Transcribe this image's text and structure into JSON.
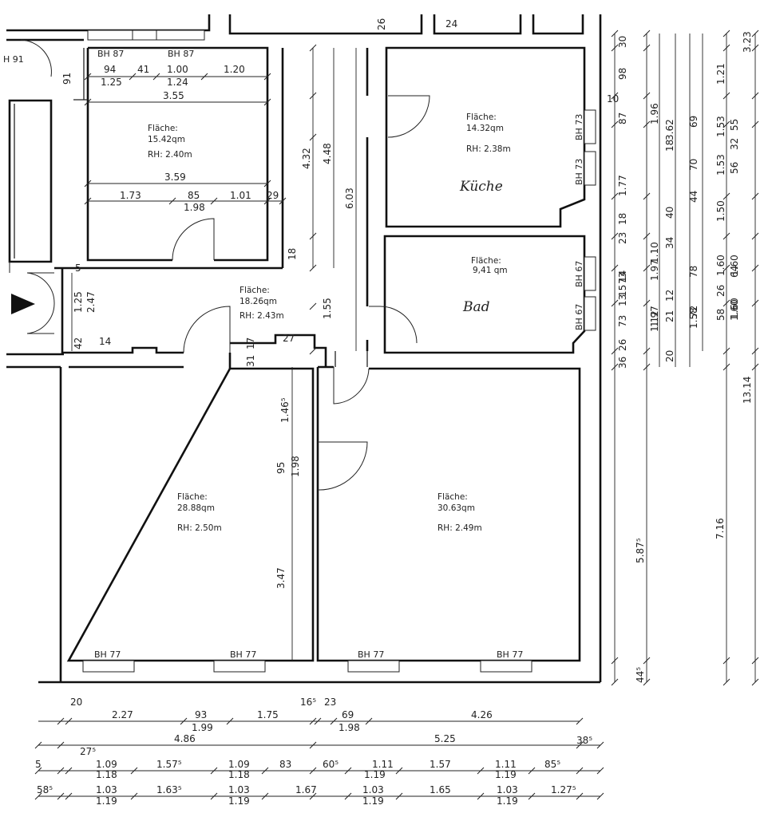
{
  "rooms": [
    {
      "id": "r1",
      "area_label": "Fläche:",
      "area": "15.42qm",
      "height": "RH:  2.40m"
    },
    {
      "id": "kueche",
      "area_label": "Fläche:",
      "area": "14.32qm",
      "height": "RH:  2.38m",
      "name": "Küche"
    },
    {
      "id": "bad",
      "area_label": "Fläche:",
      "area": "9,41 qm",
      "name": "Bad"
    },
    {
      "id": "flur",
      "area_label": "Fläche:",
      "area": "18.26qm",
      "height": "RH:  2.43m"
    },
    {
      "id": "r2",
      "area_label": "Fläche:",
      "area": "28.88qm",
      "height": "RH:  2.50m"
    },
    {
      "id": "r3",
      "area_label": "Fläche:",
      "area": "30.63qm",
      "height": "RH:  2.49m"
    }
  ],
  "windows": {
    "bh91": "H 91",
    "bh87a": "BH 87",
    "bh87b": "BH 87",
    "bh73a": "BH 73",
    "bh73b": "BH 73",
    "bh67a": "BH 67",
    "bh67b": "BH 67",
    "bh77a": "BH 77",
    "bh77b": "BH 77",
    "bh77c": "BH 77",
    "bh77d": "BH 77"
  },
  "dims_interior": {
    "d94": "94",
    "d41": "41",
    "d100": "1.00",
    "d120": "1.20",
    "d125": "1.25",
    "d124": "1.24",
    "d355": "3.55",
    "d359": "3.59",
    "d173": "1.73",
    "d85": "85",
    "d101": "1.01",
    "d29": "29",
    "d198": "1.98",
    "d91": "91",
    "d432": "4.32",
    "d448": "4.48",
    "d603": "6.03",
    "d18": "18",
    "d155": "1.55",
    "d125b": "1.25",
    "d247": "2.47",
    "d42": "42",
    "d14": "14",
    "d31": "31",
    "d17": "17",
    "d27": "27",
    "d1465": "1.46⁵",
    "d95": "95",
    "d198b": "1.98",
    "d347": "3.47",
    "d26": "26",
    "d24": "24",
    "d10": "10",
    "d5": "5"
  },
  "dims_right": {
    "c1": [
      "30",
      "98",
      "87",
      "1.77",
      "23",
      "18",
      "73",
      "14",
      "15",
      "13",
      "73",
      "26",
      "36"
    ],
    "c2": [
      "1.96",
      "1.97",
      "1.10",
      "1.97",
      "1.12"
    ],
    "c3": [
      "3.62",
      "18",
      "40",
      "34",
      "12",
      "21",
      "20"
    ],
    "c4": [
      "69",
      "70",
      "44",
      "78",
      "72",
      "1.58"
    ],
    "c5": [
      "1.21",
      "1.53",
      "1.53",
      "1.50",
      "1.60",
      "26",
      "58"
    ],
    "c6": [
      "55",
      "32",
      "56",
      "64",
      "1.60",
      "1.60",
      "1.60"
    ],
    "c7": [
      "3.23",
      "13.14"
    ],
    "tall": [
      "5.87⁵",
      "7.16",
      "44⁵"
    ]
  },
  "dims_bottom": {
    "row1": [
      "20",
      "2.27",
      "93",
      "1.75",
      "16⁵",
      "23",
      "69",
      "4.26"
    ],
    "row1b": [
      "1.99",
      "1.98"
    ],
    "row2": [
      "4.86",
      "5.25",
      "38⁵"
    ],
    "row3": [
      "27⁵",
      "5",
      "1.09",
      "1.57⁵",
      "1.09",
      "83",
      "60⁵",
      "1.11",
      "1.57",
      "1.11",
      "85⁵"
    ],
    "row3b": [
      "1.18",
      "1.18",
      "1.19",
      "1.19"
    ],
    "row4": [
      "58⁵",
      "1.03",
      "1.63⁵",
      "1.03",
      "1.67",
      "1.03",
      "1.65",
      "1.03",
      "1.27⁵"
    ],
    "row4b": [
      "1.19",
      "1.19",
      "1.19",
      "1.19"
    ]
  }
}
